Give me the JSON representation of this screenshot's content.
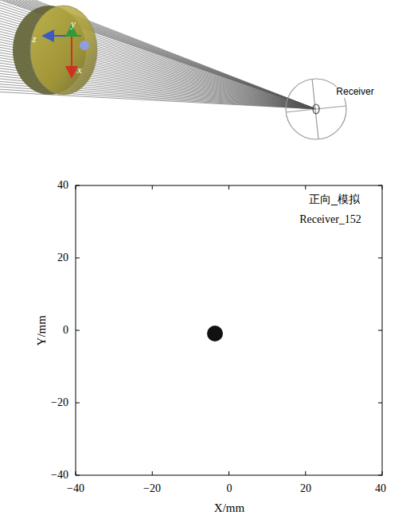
{
  "diagram": {
    "labels": [
      "z",
      "y",
      "x",
      "Receiver",
      "正向_模拟",
      "Receiver_152",
      "40",
      "20",
      "0",
      "−20",
      "−40",
      "−40",
      "−20",
      "0",
      "20",
      "40",
      "Y/mm",
      "X/mm"
    ]
  }
}
